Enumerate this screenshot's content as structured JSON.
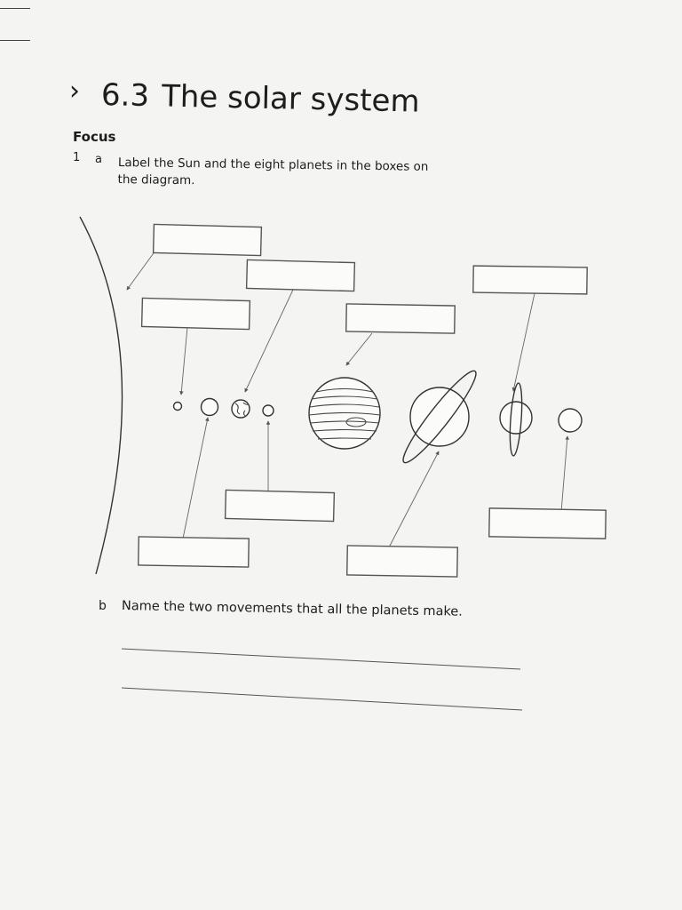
{
  "section": {
    "chevron": "›",
    "number": "6.3",
    "title": "The solar system"
  },
  "focus_label": "Focus",
  "question_1": {
    "number": "1",
    "part_a": {
      "letter": "a",
      "line1": "Label the Sun and the eight planets in the boxes on",
      "line2": "the diagram."
    },
    "part_b": {
      "letter": "b",
      "text": "Name the two movements that all the planets make."
    }
  },
  "diagram": {
    "objects": [
      "sun",
      "mercury",
      "venus",
      "earth",
      "mars",
      "jupiter",
      "saturn",
      "uranus",
      "neptune"
    ],
    "label_boxes": [
      {
        "target": "sun",
        "value": ""
      },
      {
        "target": "mercury",
        "value": ""
      },
      {
        "target": "venus",
        "value": ""
      },
      {
        "target": "earth",
        "value": ""
      },
      {
        "target": "mars",
        "value": ""
      },
      {
        "target": "jupiter",
        "value": ""
      },
      {
        "target": "saturn",
        "value": ""
      },
      {
        "target": "uranus",
        "value": ""
      },
      {
        "target": "neptune",
        "value": ""
      }
    ]
  },
  "answer_lines": [
    {
      "value": ""
    },
    {
      "value": ""
    }
  ]
}
